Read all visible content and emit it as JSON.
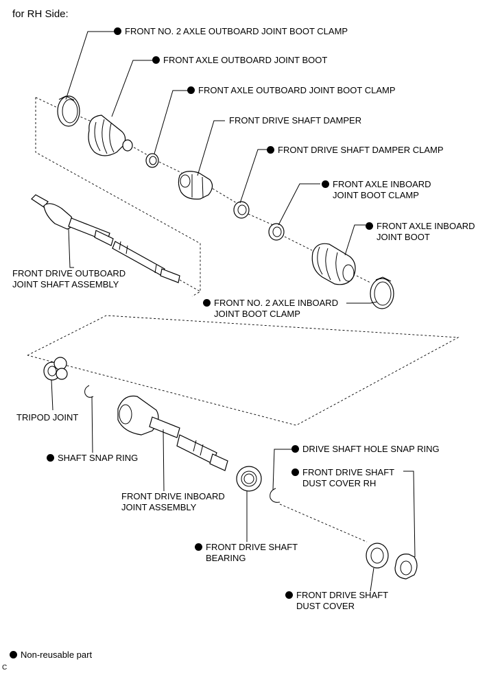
{
  "header": {
    "title": "for RH Side:"
  },
  "parts": {
    "fr_no2_outboard_clamp": {
      "label": "FRONT NO. 2 AXLE OUTBOARD JOINT BOOT CLAMP",
      "non_reusable": true
    },
    "fr_outboard_boot": {
      "label": "FRONT AXLE OUTBOARD JOINT BOOT",
      "non_reusable": true
    },
    "fr_outboard_clamp": {
      "label": "FRONT AXLE OUTBOARD JOINT BOOT CLAMP",
      "non_reusable": true
    },
    "damper": {
      "label": "FRONT DRIVE SHAFT DAMPER",
      "non_reusable": false
    },
    "damper_clamp": {
      "label": "FRONT DRIVE SHAFT DAMPER CLAMP",
      "non_reusable": true
    },
    "inboard_clamp": {
      "label_1": "FRONT AXLE INBOARD",
      "label_2": "JOINT BOOT CLAMP",
      "non_reusable": true
    },
    "inboard_boot": {
      "label_1": "FRONT AXLE INBOARD",
      "label_2": "JOINT BOOT",
      "non_reusable": true
    },
    "outboard_shaft": {
      "label_1": "FRONT DRIVE OUTBOARD",
      "label_2": "JOINT SHAFT ASSEMBLY",
      "non_reusable": false
    },
    "no2_inboard_clamp": {
      "label_1": "FRONT NO. 2 AXLE INBOARD",
      "label_2": "JOINT BOOT CLAMP",
      "non_reusable": true
    },
    "tripod": {
      "label": "TRIPOD JOINT",
      "non_reusable": false
    },
    "snap_ring": {
      "label": "SHAFT SNAP RING",
      "non_reusable": true
    },
    "inboard_joint": {
      "label_1": "FRONT DRIVE INBOARD",
      "label_2": "JOINT ASSEMBLY",
      "non_reusable": false
    },
    "hole_snap_ring": {
      "label": "DRIVE SHAFT HOLE SNAP RING",
      "non_reusable": true
    },
    "dust_cover_rh": {
      "label_1": "FRONT DRIVE SHAFT",
      "label_2": "DUST COVER RH",
      "non_reusable": true
    },
    "bearing": {
      "label_1": "FRONT DRIVE SHAFT",
      "label_2": "BEARING",
      "non_reusable": true
    },
    "dust_cover": {
      "label_1": "FRONT DRIVE SHAFT",
      "label_2": "DUST COVER",
      "non_reusable": true
    }
  },
  "legend": {
    "symbol": "black-dot",
    "text": "Non-reusable part"
  },
  "figure_code": "C"
}
